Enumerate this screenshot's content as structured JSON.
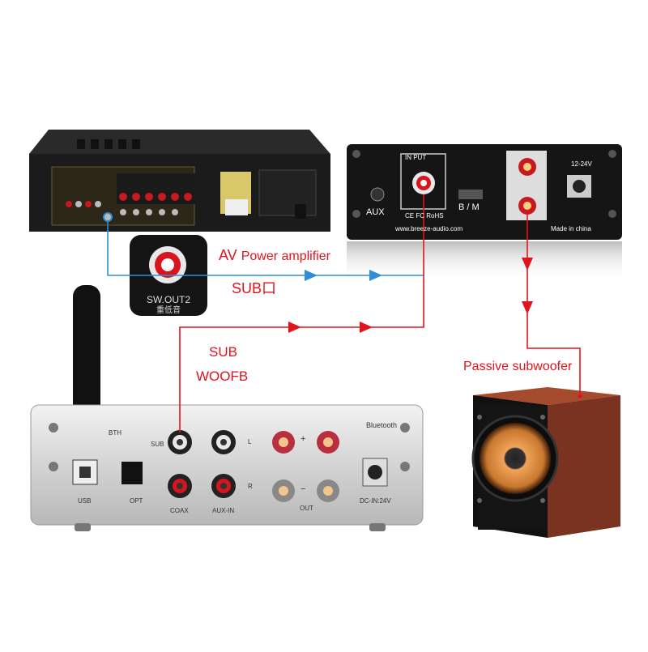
{
  "labels": {
    "av_power_amp_av": "AV",
    "av_power_amp_rest": "Power amplifier",
    "sub_port": "SUB口",
    "sub_woofb_1": "SUB",
    "sub_woofb_2": "WOOFB",
    "passive_sub": "Passive subwoofer"
  },
  "zoom_badge": {
    "line1": "SW.OUT2",
    "line2": "重低音"
  },
  "small_amp": {
    "input": "IN PUT",
    "aux": "AUX",
    "bm": "B / M",
    "voltage": "12-24V",
    "url": "www.breeze-audio.com",
    "made": "Made in china",
    "marks": "CE FC RoHS"
  },
  "bt_amp": {
    "bth": "BTH",
    "usb": "USB",
    "opt": "OPT",
    "sub": "SUB",
    "coax": "COAX",
    "aux_in": "AUX-IN",
    "l": "L",
    "r": "R",
    "out": "OUT",
    "bluetooth": "Bluetooth",
    "dc": "DC-IN:24V",
    "plus": "+",
    "minus": "−"
  },
  "colors": {
    "red_wire": "#e0141e",
    "blue_wire": "#2f8fd6",
    "wood": "#8a3a24"
  }
}
